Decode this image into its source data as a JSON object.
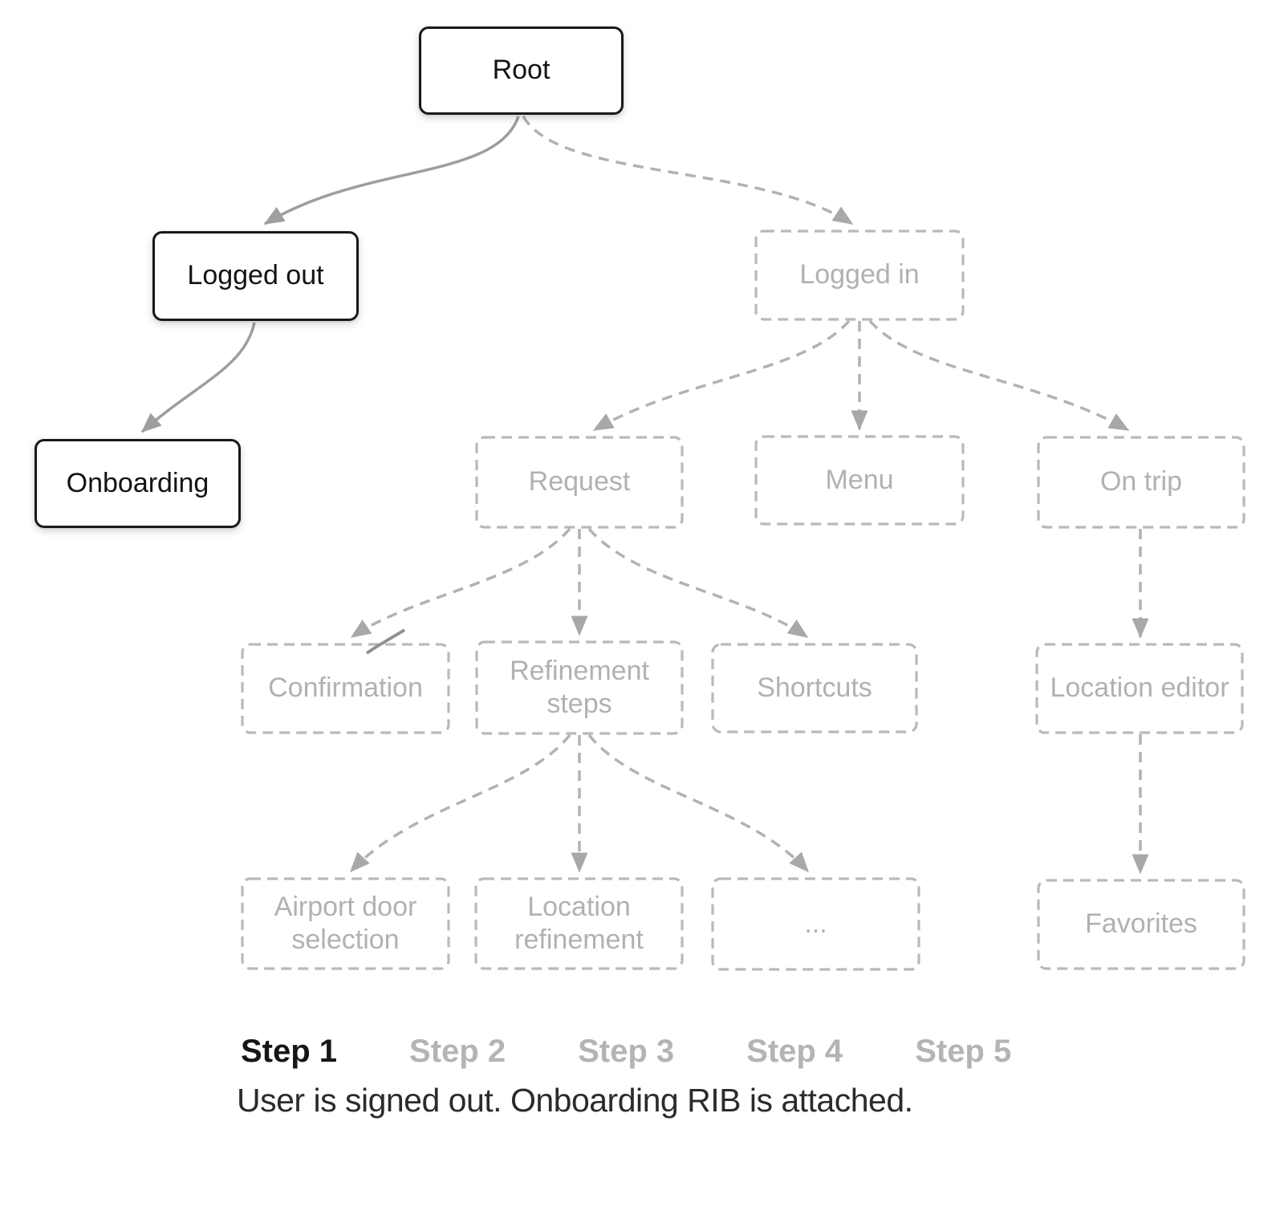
{
  "diagram": {
    "nodes": {
      "root": {
        "label": "Root",
        "state": "active"
      },
      "logged_out": {
        "label": "Logged out",
        "state": "active"
      },
      "logged_in": {
        "label": "Logged in",
        "state": "inactive"
      },
      "onboarding": {
        "label": "Onboarding",
        "state": "active"
      },
      "request": {
        "label": "Request",
        "state": "inactive"
      },
      "menu": {
        "label": "Menu",
        "state": "inactive"
      },
      "on_trip": {
        "label": "On trip",
        "state": "inactive"
      },
      "confirmation": {
        "label": "Confirmation",
        "state": "inactive"
      },
      "refinement_steps": {
        "label": "Refinement steps",
        "state": "inactive"
      },
      "shortcuts": {
        "label": "Shortcuts",
        "state": "inactive"
      },
      "airport_door_selection": {
        "label": "Airport door selection",
        "state": "inactive"
      },
      "location_refinement": {
        "label": "Location refinement",
        "state": "inactive"
      },
      "more": {
        "label": "...",
        "state": "inactive"
      },
      "location_editor": {
        "label": "Location editor",
        "state": "inactive"
      },
      "favorites": {
        "label": "Favorites",
        "state": "inactive"
      }
    },
    "edges": [
      {
        "from": "root",
        "to": "logged_out",
        "style": "solid"
      },
      {
        "from": "root",
        "to": "logged_in",
        "style": "dashed"
      },
      {
        "from": "logged_out",
        "to": "onboarding",
        "style": "solid"
      },
      {
        "from": "logged_in",
        "to": "request",
        "style": "dashed"
      },
      {
        "from": "logged_in",
        "to": "menu",
        "style": "dashed"
      },
      {
        "from": "logged_in",
        "to": "on_trip",
        "style": "dashed"
      },
      {
        "from": "request",
        "to": "confirmation",
        "style": "dashed"
      },
      {
        "from": "request",
        "to": "refinement_steps",
        "style": "dashed"
      },
      {
        "from": "request",
        "to": "shortcuts",
        "style": "dashed"
      },
      {
        "from": "refinement_steps",
        "to": "airport_door_selection",
        "style": "dashed"
      },
      {
        "from": "refinement_steps",
        "to": "location_refinement",
        "style": "dashed"
      },
      {
        "from": "refinement_steps",
        "to": "more",
        "style": "dashed"
      },
      {
        "from": "on_trip",
        "to": "location_editor",
        "style": "dashed"
      },
      {
        "from": "location_editor",
        "to": "favorites",
        "style": "dashed"
      }
    ]
  },
  "stepper": {
    "steps": [
      {
        "label": "Step 1",
        "active": true
      },
      {
        "label": "Step 2",
        "active": false
      },
      {
        "label": "Step 3",
        "active": false
      },
      {
        "label": "Step 4",
        "active": false
      },
      {
        "label": "Step 5",
        "active": false
      }
    ],
    "caption": "User is signed out. Onboarding RIB is attached."
  },
  "colors": {
    "background": "#ffffff",
    "active_border": "#191919",
    "active_text": "#131313",
    "inactive_border": "#b9b9b9",
    "inactive_text": "#b1b1b1",
    "edge_solid": "#9e9e9e",
    "edge_dashed": "#b2b2b2",
    "arrowhead": "#a6a6a6",
    "step_active": "#161616",
    "step_inactive": "#b4b4b4",
    "caption_text": "#2b2b2b"
  }
}
